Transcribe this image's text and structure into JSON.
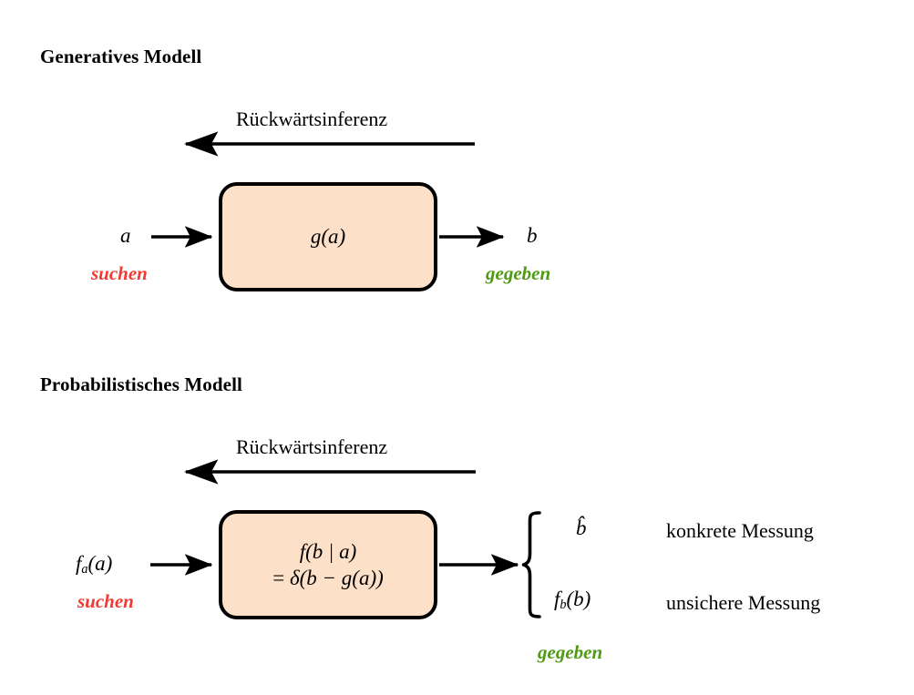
{
  "page": {
    "background": "#ffffff",
    "accent_box_fill": "#FCE0C8",
    "accent_box_stroke": "#000000",
    "color_unknown": "#EE3B33",
    "color_given": "#4E9A12"
  },
  "sections": [
    {
      "id": "generative",
      "title": "Generatives Modell",
      "backward_arrow_caption": "Rückwärtsinferenz",
      "input_label": "a",
      "input_annotation": "suchen",
      "box_formula_line1": "g(a)",
      "output_label": "b",
      "output_annotation": "gegeben"
    },
    {
      "id": "probabilistic",
      "title": "Probabilistisches Modell",
      "backward_arrow_caption": "Rückwärtsinferenz",
      "input_label_main": "f",
      "input_label_sub": "a",
      "input_label_tail": "(a)",
      "input_annotation": "suchen",
      "box_formula_line1": "f(b | a)",
      "box_formula_line2_eq": "=",
      "box_formula_line2_rest": "δ(b − g(a))",
      "output_annotation": "gegeben",
      "outcomes": [
        {
          "symbol": "b̂",
          "description": "konkrete Messung"
        },
        {
          "symbol_main": "f",
          "symbol_sub": "b",
          "symbol_tail": "(b)",
          "description": "unsichere Messung"
        }
      ]
    }
  ],
  "icons": {
    "arrow_left": "backward-inference-arrow",
    "arrow_right": "forward-flow-arrow",
    "brace": "left-curly-brace"
  }
}
